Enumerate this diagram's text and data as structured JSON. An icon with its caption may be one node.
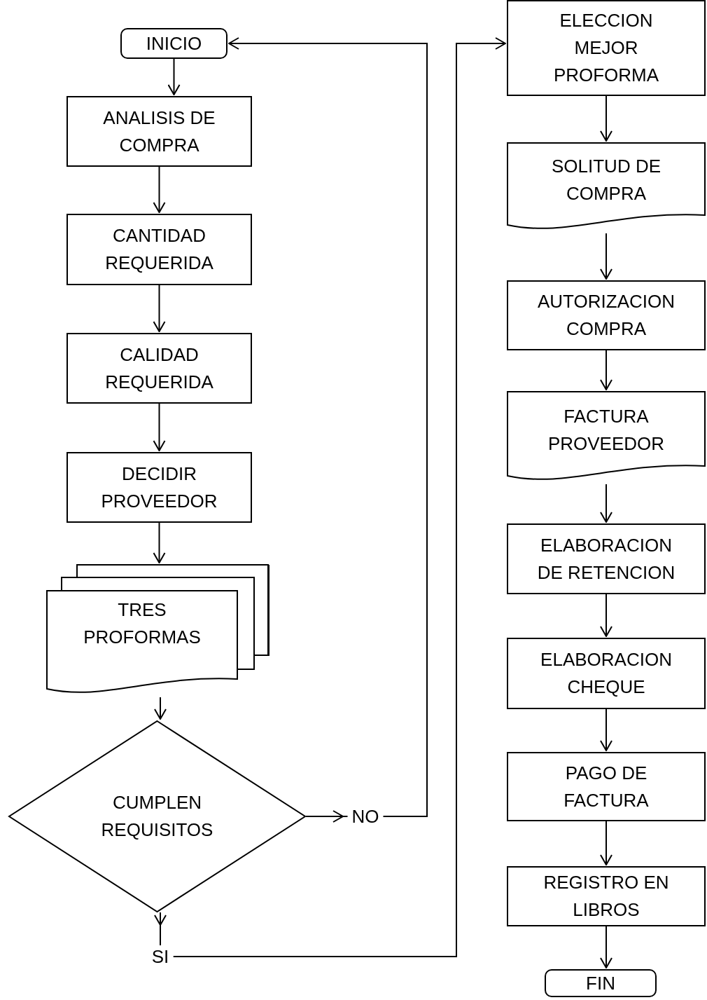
{
  "diagram": {
    "nodes": [
      {
        "text": [
          "INICIO"
        ]
      },
      {
        "text": [
          "ANALISIS DE COMPRA"
        ]
      },
      {
        "text": [
          "CANTIDAD REQUERIDA"
        ]
      },
      {
        "text": [
          "CALIDAD REQUERIDA"
        ]
      },
      {
        "text": [
          "DECIDIR PROVEEDOR"
        ]
      },
      {
        "text": [
          "TRES PROFORMAS"
        ]
      },
      {
        "text": [
          "CUMPLEN REQUISITOS"
        ]
      },
      {
        "text": [
          "ELECCION MEJOR PROFORMA"
        ]
      },
      {
        "text": [
          "SOLITUD DE COMPRA"
        ]
      },
      {
        "text": [
          "AUTORIZACION COMPRA"
        ]
      },
      {
        "text": [
          "FACTURA PROVEEDOR"
        ]
      },
      {
        "text": [
          "ELABORACION DE RETENCION"
        ]
      },
      {
        "text": [
          "ELABORACION CHEQUE"
        ]
      },
      {
        "text": [
          "PAGO DE FACTURA"
        ]
      },
      {
        "text": [
          "REGISTRO EN LIBROS"
        ]
      },
      {
        "text": [
          "FIN"
        ]
      }
    ],
    "edges": [
      {
        "from": 0,
        "to": 1,
        "arrow": "to"
      },
      {
        "from": 1,
        "to": 2,
        "arrow": "to"
      },
      {
        "from": 2,
        "to": 3,
        "arrow": "to"
      },
      {
        "from": 3,
        "to": 4,
        "arrow": "to"
      },
      {
        "from": 4,
        "to": 5,
        "arrow": "to"
      },
      {
        "from": 5,
        "to": 6,
        "arrow": "to"
      },
      {
        "from": 6,
        "to": 0,
        "arrow": "to",
        "label": "NO"
      },
      {
        "from": 6,
        "to": 7,
        "arrow": "to",
        "label": "SI"
      },
      {
        "from": 7,
        "to": 8,
        "arrow": "to"
      },
      {
        "from": 8,
        "to": 9,
        "arrow": "to"
      },
      {
        "from": 9,
        "to": 10,
        "arrow": "to"
      },
      {
        "from": 10,
        "to": 11,
        "arrow": "to"
      },
      {
        "from": 11,
        "to": 12,
        "arrow": "to"
      },
      {
        "from": 12,
        "to": 13,
        "arrow": "to"
      },
      {
        "from": 13,
        "to": 14,
        "arrow": "to"
      },
      {
        "from": 14,
        "to": 15,
        "arrow": "to"
      }
    ]
  }
}
